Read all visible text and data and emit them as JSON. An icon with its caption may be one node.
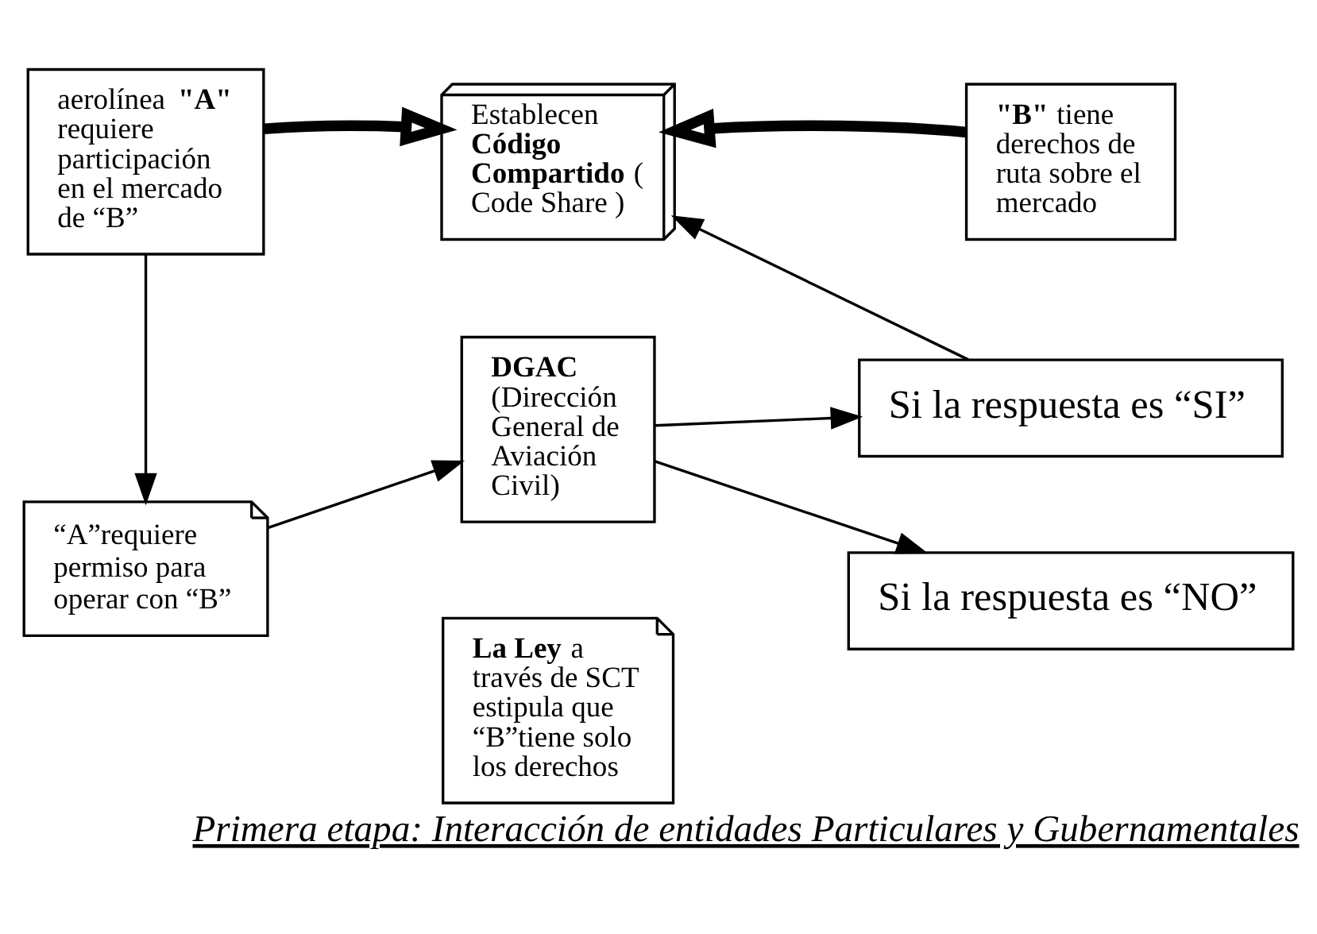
{
  "diagram": {
    "caption": "Primera etapa: Interacción de entidades Particulares y Gubernamentales",
    "nodes": [
      {
        "text": [
          "aerolínea **\"A\"** requiere participación en el mercado de “B”"
        ]
      },
      {
        "text": [
          "Establecen **Código Compartido** ( Code Share )"
        ]
      },
      {
        "text": [
          "**\"B\"** tiene derechos de ruta sobre el mercado"
        ]
      },
      {
        "text": [
          "“A”requiere permiso para operar con “B”"
        ]
      },
      {
        "text": [
          "DGAC",
          "(Dirección General de Aviación Civil)"
        ]
      },
      {
        "text": [
          "Si la respuesta es “SI”"
        ]
      },
      {
        "text": [
          "Si la respuesta es “NO”"
        ]
      },
      {
        "text": [
          "**La Ley** a través de SCT estipula que “B”tiene solo los derechos"
        ]
      }
    ],
    "edges": [
      {
        "from": 0,
        "to": 1,
        "arrow": "to",
        "style": "thick"
      },
      {
        "from": 2,
        "to": 1,
        "arrow": "to",
        "style": "thick"
      },
      {
        "from": 0,
        "to": 3,
        "arrow": "to"
      },
      {
        "from": 3,
        "to": 4,
        "arrow": "to"
      },
      {
        "from": 4,
        "to": 5,
        "arrow": "to"
      },
      {
        "from": 4,
        "to": 6,
        "arrow": "to"
      },
      {
        "from": 5,
        "to": 1,
        "arrow": "to"
      }
    ]
  }
}
